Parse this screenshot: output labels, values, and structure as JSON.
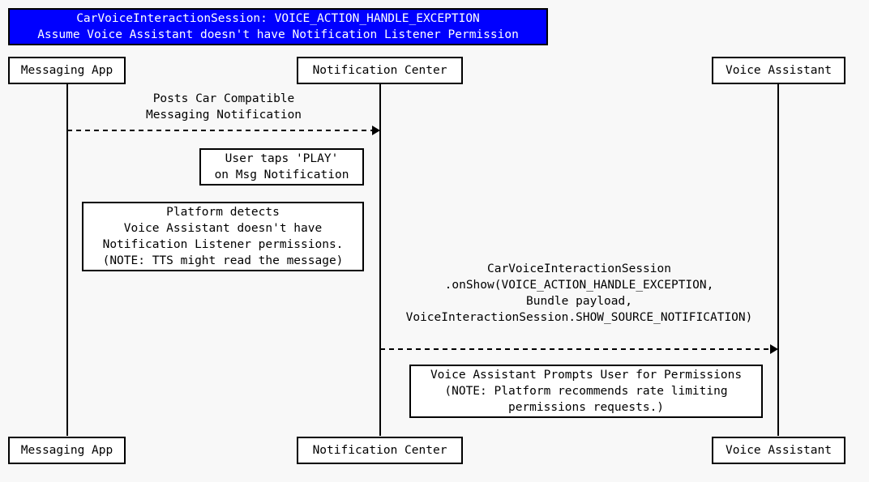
{
  "diagram": {
    "type": "uml-sequence-diagram",
    "background_color": "#f8f8f8",
    "title_banner": {
      "fill_color": "#0000ff",
      "text_color": "#ffffff",
      "line1": "CarVoiceInteractionSession: VOICE_ACTION_HANDLE_EXCEPTION",
      "line2": "Assume Voice Assistant doesn't have Notification Listener Permission"
    },
    "participants": [
      {
        "id": "messaging-app",
        "label": "Messaging App"
      },
      {
        "id": "notification-center",
        "label": "Notification Center"
      },
      {
        "id": "voice-assistant",
        "label": "Voice Assistant"
      }
    ],
    "participants_bottom": [
      {
        "id": "messaging-app",
        "label": "Messaging App"
      },
      {
        "id": "notification-center",
        "label": "Notification Center"
      },
      {
        "id": "voice-assistant",
        "label": "Voice Assistant"
      }
    ],
    "messages": [
      {
        "id": "post-notification",
        "from": "messaging-app",
        "to": "notification-center",
        "style": "dashed",
        "arrowhead": "filled",
        "label_lines": [
          "Posts Car Compatible",
          "Messaging Notification"
        ]
      },
      {
        "id": "on-show",
        "from": "notification-center",
        "to": "voice-assistant",
        "style": "dashed",
        "arrowhead": "filled",
        "label_lines": [
          "CarVoiceInteractionSession",
          ".onShow(VOICE_ACTION_HANDLE_EXCEPTION,",
          "Bundle payload,",
          "VoiceInteractionSession.SHOW_SOURCE_NOTIFICATION)"
        ]
      }
    ],
    "notes": [
      {
        "id": "note-user-taps-play",
        "lines": [
          "User taps 'PLAY'",
          "on Msg Notification"
        ]
      },
      {
        "id": "note-platform-detects",
        "lines": [
          "Platform detects",
          "Voice Assistant doesn't have",
          "Notification Listener permissions.",
          "(NOTE: TTS might read the message)"
        ]
      },
      {
        "id": "note-prompts-permissions",
        "lines": [
          "Voice Assistant Prompts User for Permissions",
          "(NOTE: Platform recommends rate limiting",
          "permissions requests.)"
        ]
      }
    ]
  }
}
